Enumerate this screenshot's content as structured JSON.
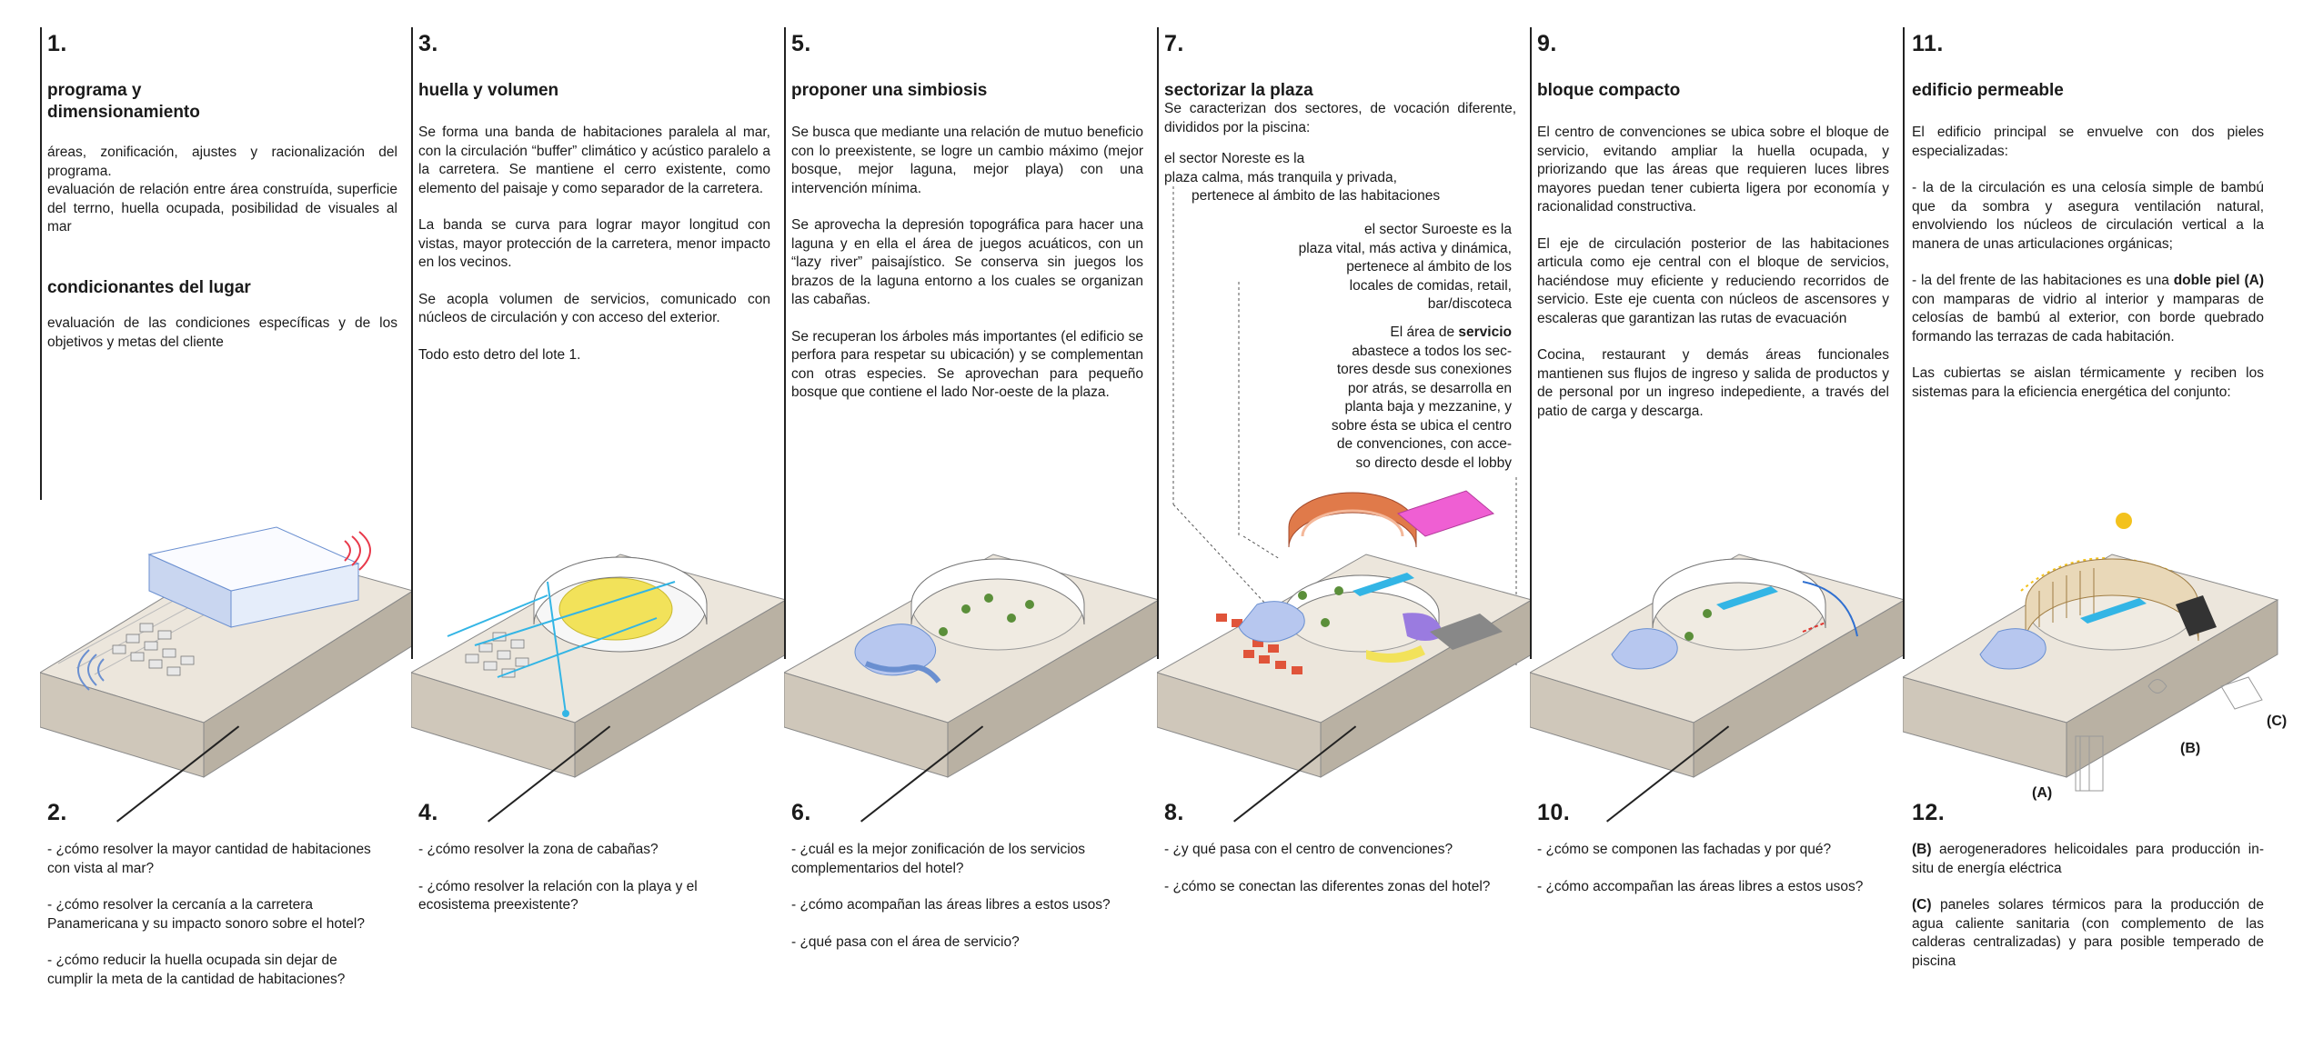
{
  "panels": [
    {
      "num": "1.",
      "title": "programa y\ndimensionamiento",
      "paragraphs": [
        "áreas, zonificación, ajustes y racionalización del programa.",
        "evaluación de relación entre área construída, superficie del terrno, huella ocupada, posibilidad de visuales al mar"
      ],
      "subtitle": "condicionantes del lugar",
      "sub_paragraph": "evaluación de las condiciones específicas y de los objetivos y metas del cliente",
      "bottom_num": "2.",
      "questions": [
        "- ¿cómo resolver la mayor cantidad de habitaciones con vista al mar?",
        "- ¿cómo resolver la cercanía a la carretera Panamericana y su impacto sonoro sobre el hotel?",
        "- ¿cómo reducir la huella ocupada sin dejar de cumplir la meta de la cantidad de habitaciones?"
      ]
    },
    {
      "num": "3.",
      "title": "huella y volumen",
      "paragraphs": [
        "Se forma una banda de habitaciones paralela al mar, con la circulación “buffer” climático y acústico paralelo a la carretera. Se mantiene el cerro existente, como elemento del paisaje y como separador de la carretera.",
        "La banda se curva para lograr mayor longitud con vistas, mayor protección de la carretera, menor impacto en los vecinos.",
        "Se acopla volumen de servicios, comunicado con núcleos de circulación y con acceso del exterior.",
        "Todo esto detro del lote 1."
      ],
      "bottom_num": "4.",
      "questions": [
        "- ¿cómo resolver la zona de cabañas?",
        "- ¿cómo resolver la relación con la playa y el ecosistema preexistente?"
      ]
    },
    {
      "num": "5.",
      "title": "proponer una simbiosis",
      "paragraphs": [
        "Se busca que mediante una relación de mutuo beneficio con lo preexistente, se logre un cambio máximo (mejor bosque, mejor laguna, mejor playa) con una intervención mínima.",
        "Se aprovecha la depresión topográfica para hacer una laguna y en ella el área de juegos acuáticos, con un “lazy river” paisajístico. Se conserva sin juegos los brazos de la laguna entorno a los cuales se organizan las cabañas.",
        "Se recuperan los árboles más importantes (el edificio se perfora para respetar su ubicación) y se complementan con otras especies. Se aprovechan para pequeño bosque que contiene el lado Nor-oeste de la plaza."
      ],
      "bottom_num": "6.",
      "questions": [
        "- ¿cuál es la mejor zonificación de los servicios complementarios del hotel?",
        "- ¿cómo acompañan las áreas libres a estos usos?",
        "- ¿qué pasa con el área de servicio?"
      ]
    },
    {
      "num": "7.",
      "title": "sectorizar la plaza",
      "intro": "Se caracterizan dos sectores, de vocación diferente, divididos por la piscina:",
      "sector_ne": [
        "el sector Noreste es la",
        "plaza calma, más tranquila y privada,",
        "pertenece al ámbito de las habitaciones"
      ],
      "sector_so": [
        "el sector Suroeste es la",
        "plaza vital, más activa y dinámica,",
        "pertenece al  ámbito de los",
        "locales de comidas, retail,",
        "bar/discoteca"
      ],
      "servicio_pre": "El área de ",
      "servicio_bold": "servicio",
      "servicio_lines": [
        "abastece a todos los sec-",
        "tores desde sus conexiones",
        "por atrás, se desarrolla en",
        "planta baja y mezzanine, y",
        "sobre ésta se ubica el centro",
        "de convenciones, con acce-",
        "so directo desde el lobby"
      ],
      "bottom_num": "8.",
      "questions": [
        "- ¿y qué pasa con el centro de convenciones?",
        "- ¿cómo se conectan las diferentes zonas del hotel?"
      ]
    },
    {
      "num": "9.",
      "title": "bloque compacto",
      "paragraphs": [
        "El centro de convenciones se ubica sobre el bloque de servicio, evitando ampliar la huella ocupada, y priorizando que las áreas que requieren luces libres mayores puedan tener cubierta ligera por economía y racionalidad constructiva.",
        "El eje de circulación posterior de las habitaciones articula como eje central con el bloque de servicios, haciéndose muy eficiente y reduciendo recorridos de servicio. Este eje cuenta con núcleos de ascensores y escaleras que garantizan las rutas de evacuación",
        "Cocina, restaurant y demás áreas funcionales mantienen sus flujos de ingreso y salida de productos y de personal por un ingreso indepediente, a través del patio de carga y descarga."
      ],
      "bottom_num": "10.",
      "questions": [
        "- ¿cómo se componen las fachadas y por qué?",
        "- ¿cómo accompañan las áreas libres a estos usos?"
      ]
    },
    {
      "num": "11.",
      "title": "edificio permeable",
      "intro": "El edificio principal se envuelve con dos pieles especializadas:",
      "skin1": "- la de la circulación es una celosía simple de bambú que da sombra y asegura ventilación natural, envolviendo los núcleos de circulación vertical a la manera de unas articulaciones orgánicas;",
      "skin2_pre": "- la del frente de las habitaciones es una ",
      "skin2_bold": "doble piel (A)",
      "skin2_post": " con mamparas de vidrio al interior y mamparas de celosías de bambú al exterior, con borde quebrado formando las terrazas de cada habitación.",
      "closing": "Las cubiertas se aislan térmicamente y reciben los sistemas para la eficiencia energética del conjunto:",
      "bottom_num": "12.",
      "item_b_label": "(B)",
      "item_b_text": " aerogeneradores helicoidales para producción in-situ de energía eléctrica",
      "item_c_label": "(C)",
      "item_c_text": " paneles solares térmicos para la producción de agua caliente sanitaria (con complemento de las calderas centralizadas) y para posible temperado de piscina",
      "diagram_labels": [
        "(A)",
        "(B)",
        "(C)"
      ]
    }
  ],
  "colors": {
    "red": "#e8394a",
    "blue": "#6a8fd0",
    "yellow": "#f2e25a",
    "cyan": "#33b5e5",
    "orange": "#e07a4a",
    "magenta": "#ef5fd3",
    "purple": "#9a7be0",
    "gold": "#f3c21d"
  }
}
